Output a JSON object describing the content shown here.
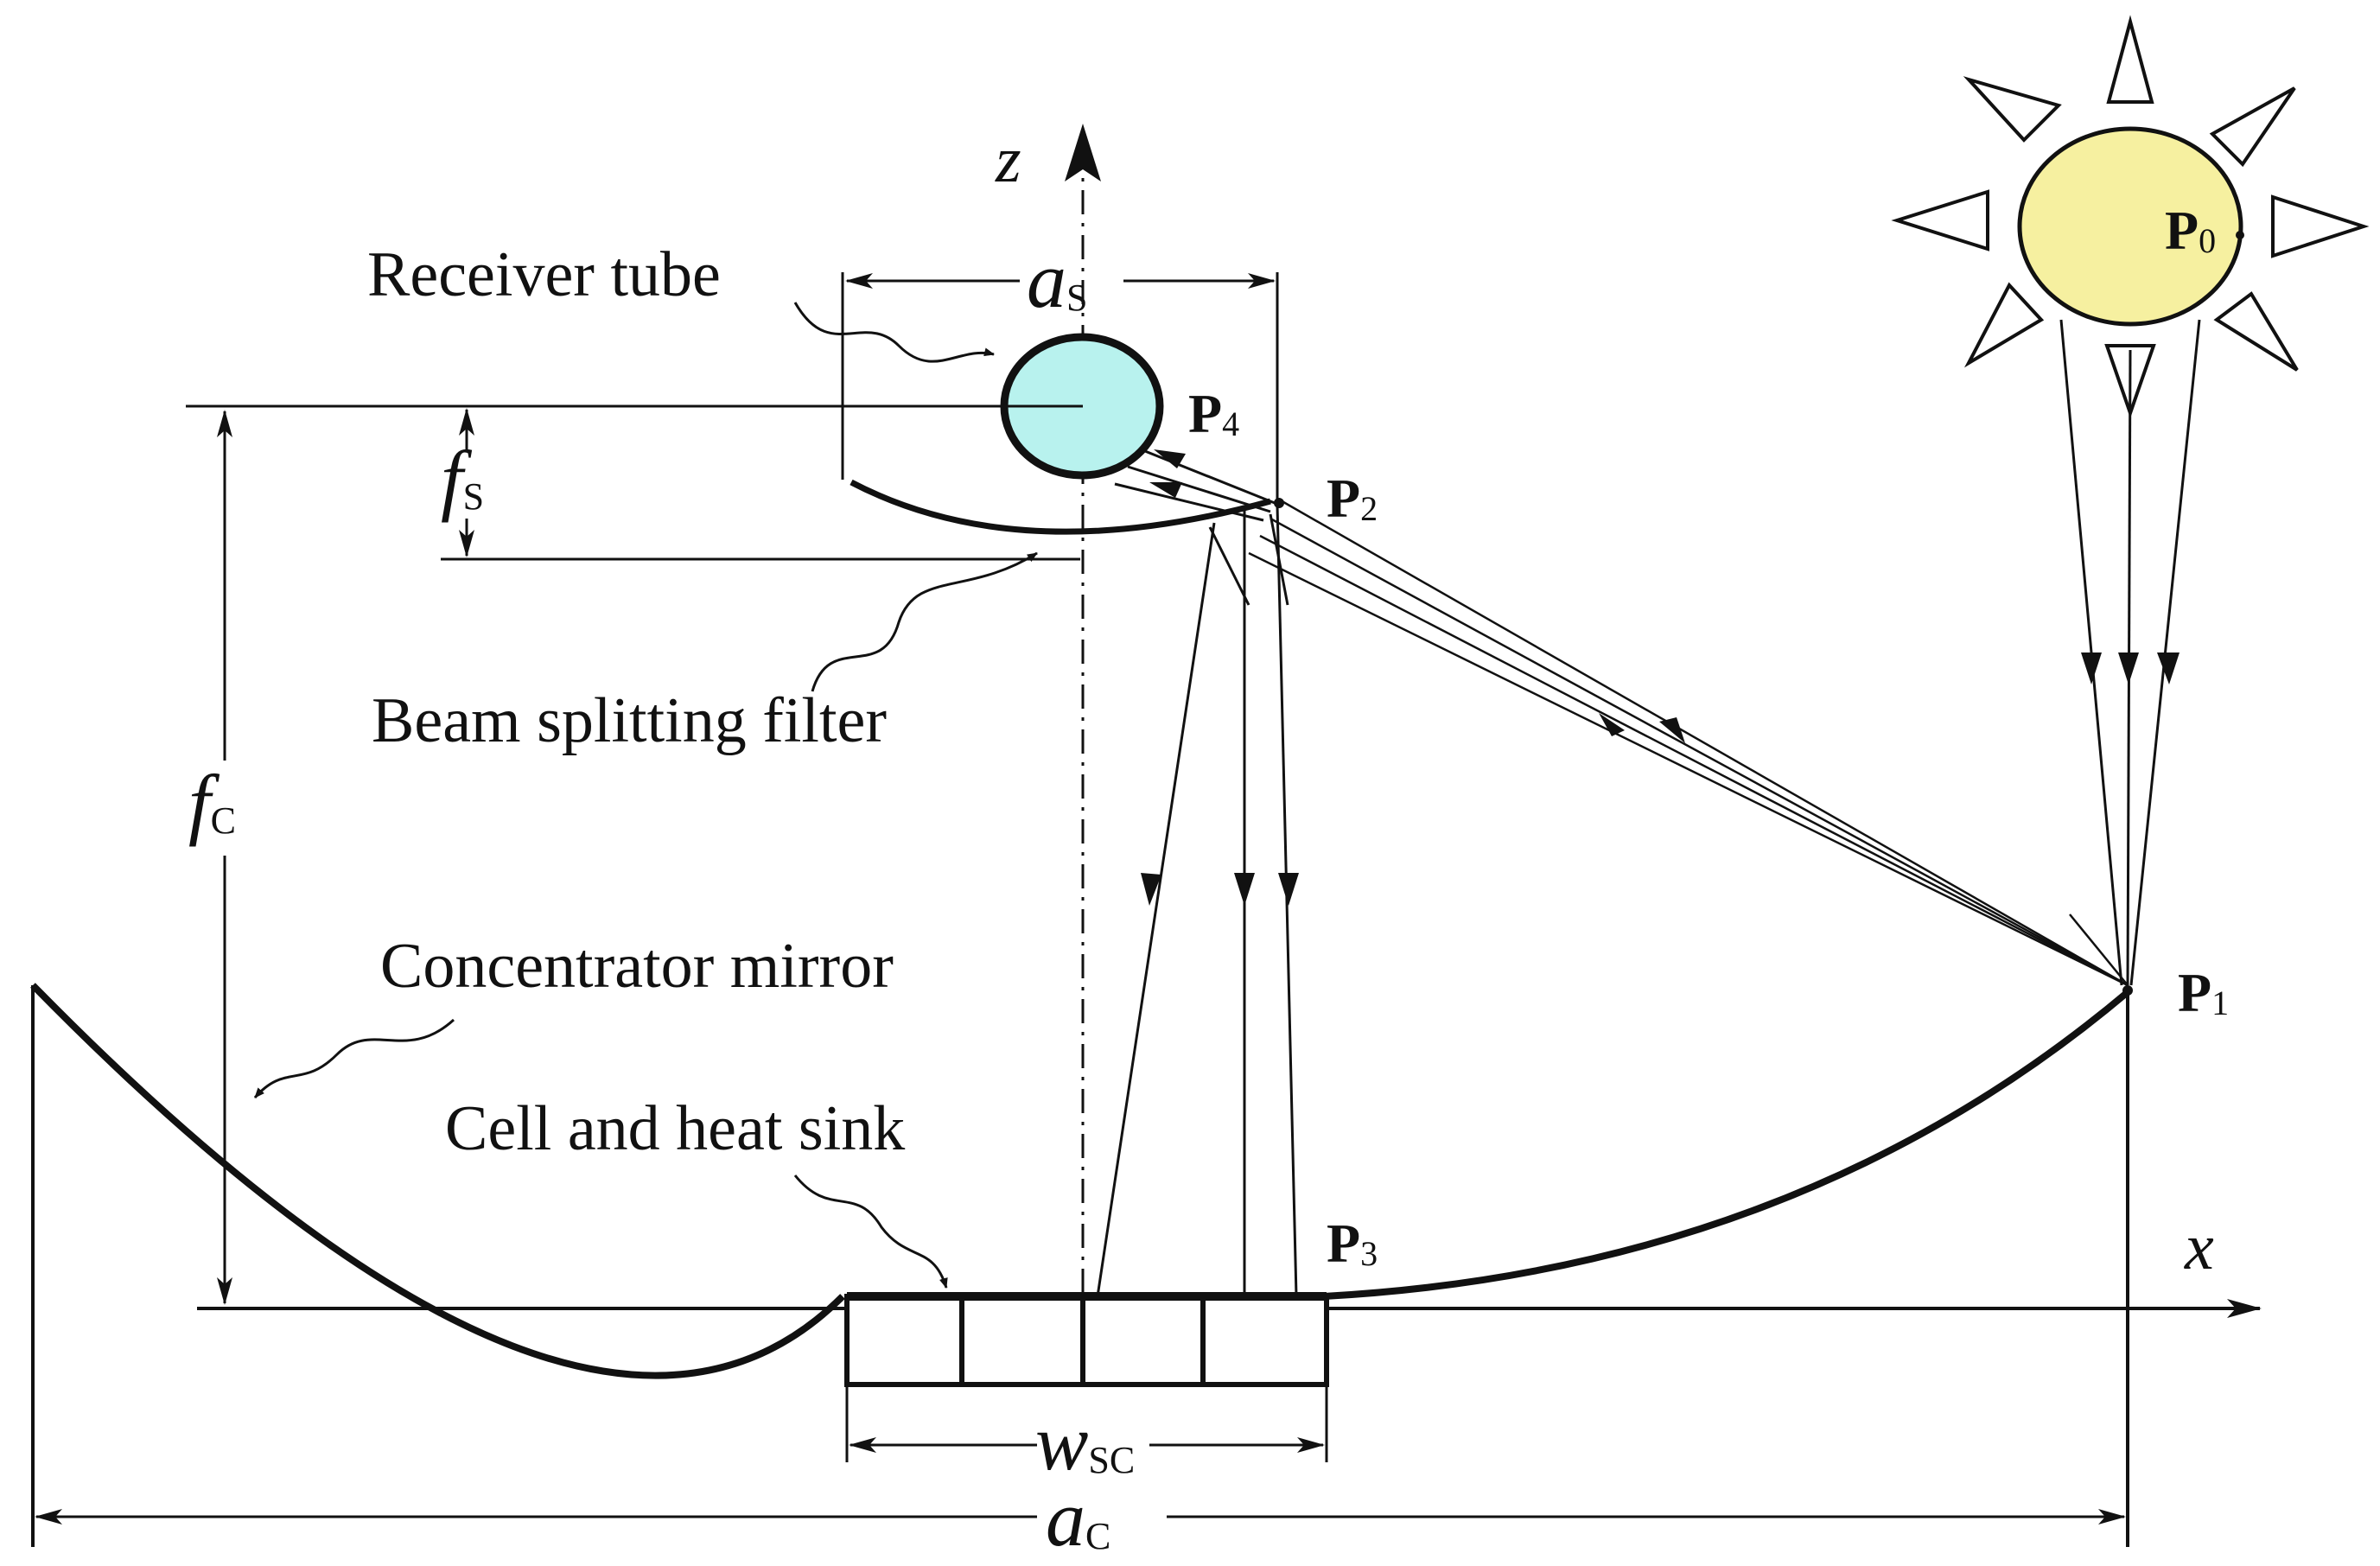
{
  "colors": {
    "ink": "#111111",
    "sun_fill": "#f6f0a0",
    "tube_fill": "#b8f2ee",
    "background": "#ffffff"
  },
  "labels": {
    "receiver_tube": "Receiver tube",
    "beam_splitting_filter": "Beam splitting filter",
    "concentrator_mirror": "Concentrator mirror",
    "cell_and_heat_sink": "Cell and heat sink"
  },
  "axes": {
    "z": "z",
    "x": "x"
  },
  "dimensions": {
    "a_s": {
      "base": "a",
      "sub": "S"
    },
    "f_s": {
      "base": "f",
      "sub": "S"
    },
    "f_c": {
      "base": "f",
      "sub": "C"
    },
    "w_sc": {
      "base": "w",
      "sub": "SC"
    },
    "a_c": {
      "base": "a",
      "sub": "C"
    }
  },
  "points": {
    "p0": {
      "base": "P",
      "sub": "0"
    },
    "p1": {
      "base": "P",
      "sub": "1"
    },
    "p2": {
      "base": "P",
      "sub": "2"
    },
    "p3": {
      "base": "P",
      "sub": "3"
    },
    "p4": {
      "base": "P",
      "sub": "4"
    }
  }
}
